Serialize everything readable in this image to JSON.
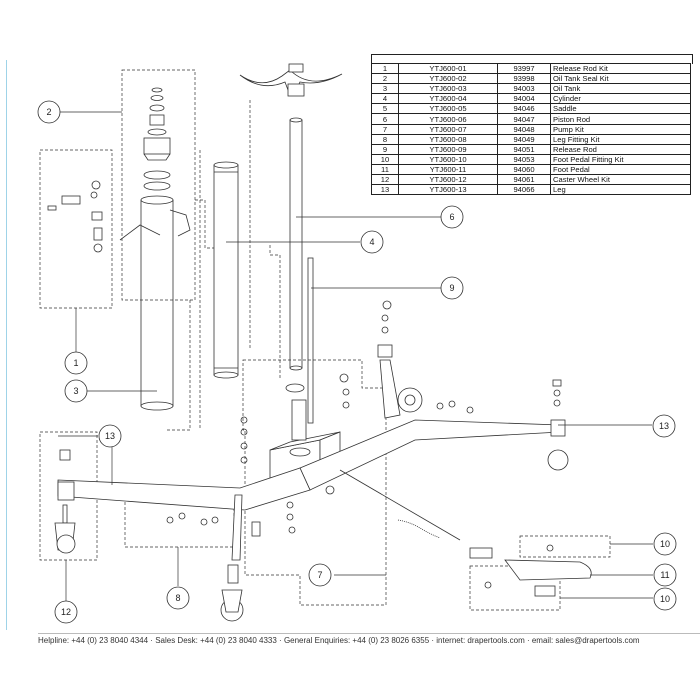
{
  "parts_table": {
    "rows": [
      {
        "no": "1",
        "code": "YTJ600-01",
        "part": "93997",
        "desc": "Release Rod Kit"
      },
      {
        "no": "2",
        "code": "YTJ600-02",
        "part": "93998",
        "desc": "Oil Tank Seal Kit"
      },
      {
        "no": "3",
        "code": "YTJ600-03",
        "part": "94003",
        "desc": "Oil Tank"
      },
      {
        "no": "4",
        "code": "YTJ600-04",
        "part": "94004",
        "desc": "Cylinder"
      },
      {
        "no": "5",
        "code": "YTJ600-05",
        "part": "94046",
        "desc": "Saddle"
      },
      {
        "no": "6",
        "code": "YTJ600-06",
        "part": "94047",
        "desc": "Piston Rod"
      },
      {
        "no": "7",
        "code": "YTJ600-07",
        "part": "94048",
        "desc": "Pump Kit"
      },
      {
        "no": "8",
        "code": "YTJ600-08",
        "part": "94049",
        "desc": "Leg Fitting Kit"
      },
      {
        "no": "9",
        "code": "YTJ600-09",
        "part": "94051",
        "desc": "Release Rod"
      },
      {
        "no": "10",
        "code": "YTJ600-10",
        "part": "94053",
        "desc": "Foot Pedal Fitting Kit"
      },
      {
        "no": "11",
        "code": "YTJ600-11",
        "part": "94060",
        "desc": "Foot Pedal"
      },
      {
        "no": "12",
        "code": "YTJ600-12",
        "part": "94061",
        "desc": "Caster Wheel Kit"
      },
      {
        "no": "13",
        "code": "YTJ600-13",
        "part": "94066",
        "desc": "Leg"
      }
    ]
  },
  "callouts": {
    "c2": "2",
    "c1": "1",
    "c3": "3",
    "c4": "4",
    "c6": "6",
    "c9": "9",
    "c13a": "13",
    "c13b": "13",
    "c12": "12",
    "c8": "8",
    "c7": "7",
    "c10a": "10",
    "c11": "11",
    "c10b": "10"
  },
  "footer": {
    "text": "Helpline: +44 (0) 23 8040 4344 · Sales Desk: +44 (0) 23 8040 4333 · General Enquiries: +44 (0) 23 8026 6355 · internet: drapertools.com · email: sales@drapertools.com"
  },
  "colors": {
    "line": "#333333",
    "callout_fill": "#ffffff"
  }
}
